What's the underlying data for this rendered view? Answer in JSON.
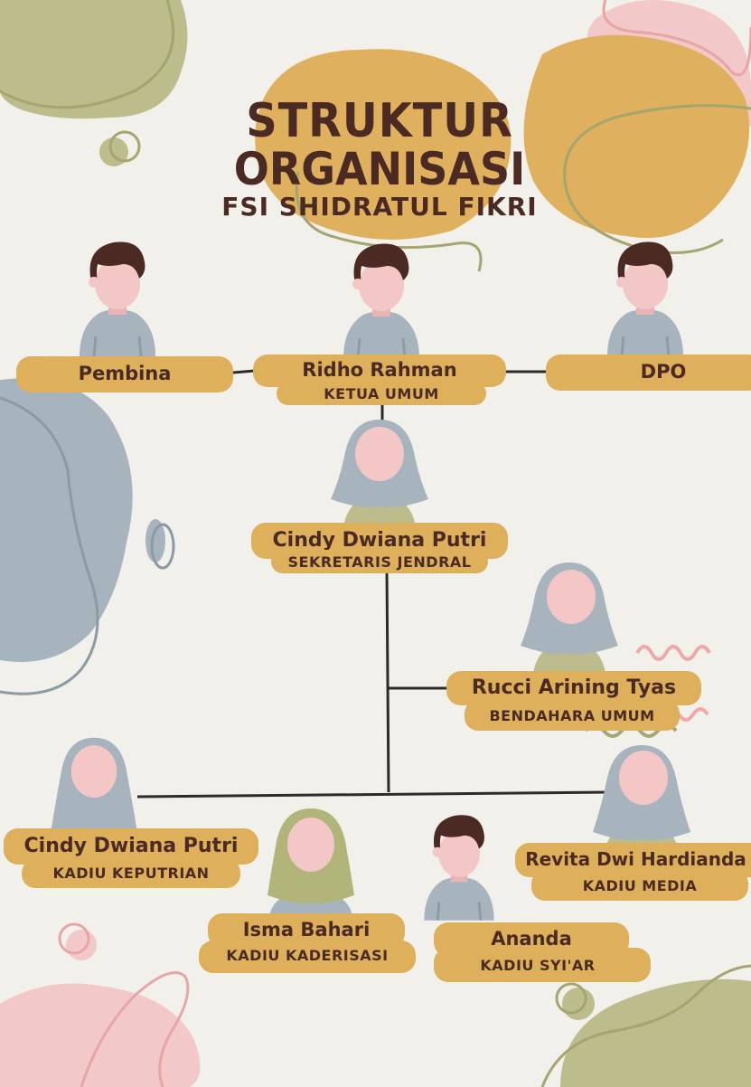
{
  "title": {
    "line1": "STRUKTUR",
    "line2": "ORGANISASI",
    "subtitle": "FSI SHIDRATUL FIKRI"
  },
  "nodes": {
    "pembina": {
      "name": "Pembina"
    },
    "ketua": {
      "name": "Ridho Rahman",
      "role": "KETUA UMUM"
    },
    "dpo": {
      "name": "DPO"
    },
    "sekjen": {
      "name": "Cindy Dwiana Putri",
      "role": "SEKRETARIS JENDRAL"
    },
    "bendahara": {
      "name": "Rucci Arining Tyas",
      "role": "BENDAHARA UMUM"
    },
    "keputrian": {
      "name": "Cindy Dwiana Putri",
      "role": "KADIU KEPUTRIAN"
    },
    "kaderisasi": {
      "name": "Isma Bahari",
      "role": "KADIU KADERISASI"
    },
    "syiar": {
      "name": "Ananda",
      "role": "KADIU SYI'AR"
    },
    "media": {
      "name": "Revita Dwi Hardianda",
      "role": "KADIU MEDIA"
    }
  },
  "colors": {
    "background": "#f2f0eb",
    "pill": "#deb05c",
    "text": "#4a2a22",
    "olive": "#bcbc8c",
    "mustard": "#dfb15e",
    "pink": "#f3c8c8",
    "slate": "#a7b4bd",
    "line": "#2b2b2b"
  },
  "icons": {
    "male": "male-avatar-icon",
    "hijab": "hijab-avatar-icon"
  }
}
